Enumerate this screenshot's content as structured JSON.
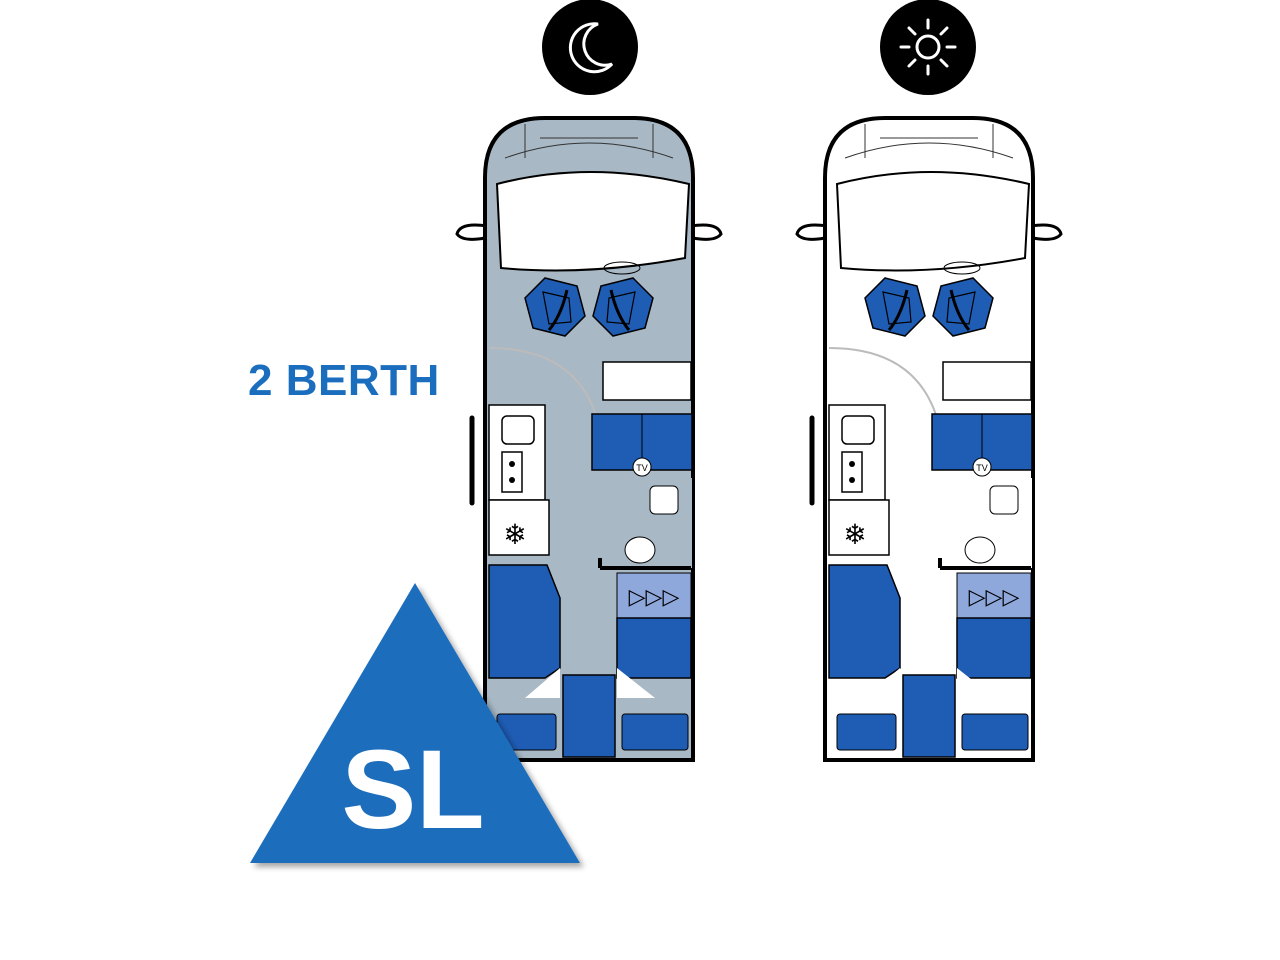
{
  "labels": {
    "berth": "2 BERTH",
    "badge": "SL"
  },
  "modes": [
    {
      "name": "night",
      "icon": "moon-icon"
    },
    {
      "name": "day",
      "icon": "sun-icon"
    }
  ],
  "van_labels": {
    "tv": "TV"
  },
  "colors": {
    "brand_blue": "#1a6ebd",
    "upholstery": "#1f5cb4",
    "wardrobe": "#8fa8dc",
    "night_floor": "#a8b8c5",
    "day_floor": "#ffffff"
  }
}
